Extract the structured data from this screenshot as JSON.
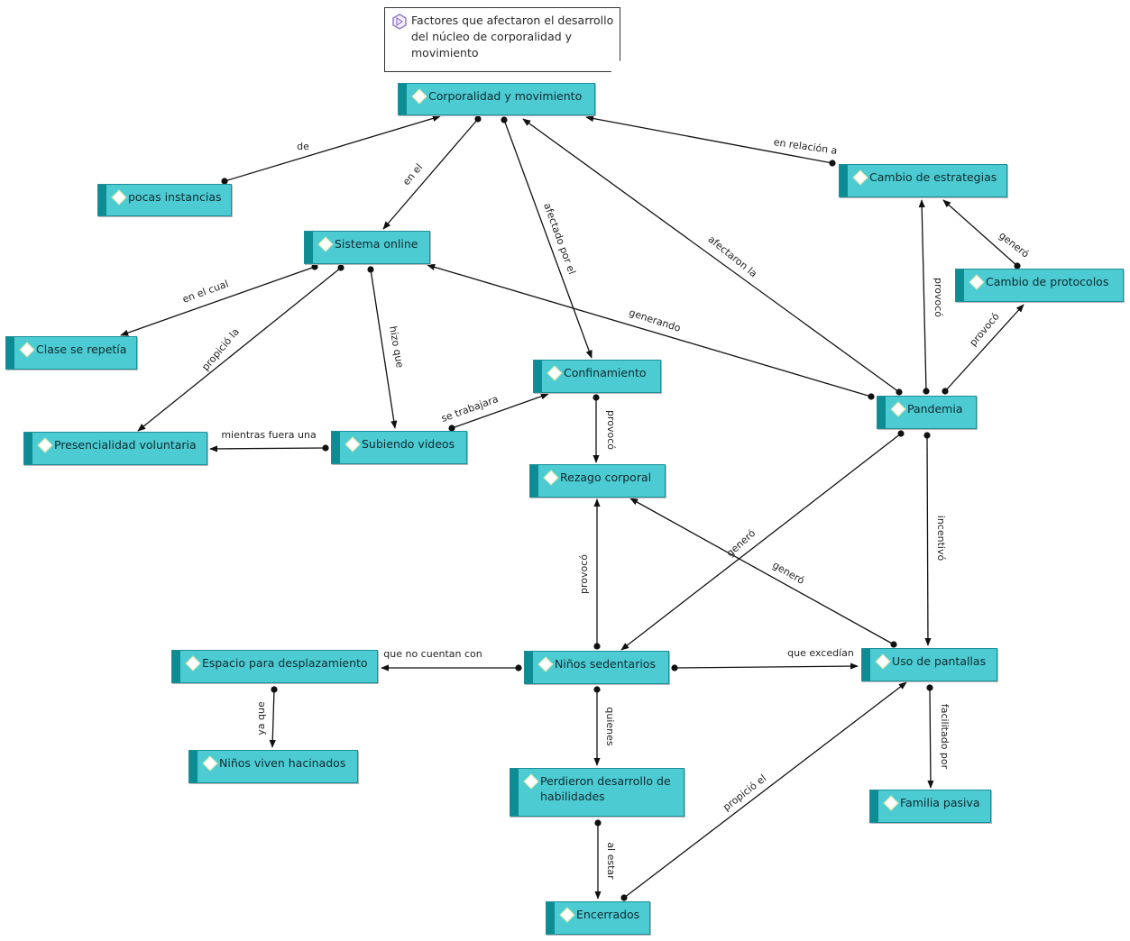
{
  "title": "Factores que afectaron el desarrollo del núcleo de corporalidad y movimiento",
  "colors": {
    "node_fill": "#4ccbd3",
    "node_strip": "#0e8c94",
    "line": "#111111"
  },
  "nodes": {
    "corporalidad": "Corporalidad y movimiento",
    "pocas": "pocas instancias",
    "estrategias": "Cambio de estrategias",
    "sistema": "Sistema online",
    "protocolos": "Cambio de protocolos",
    "clase": "Clase se repetía",
    "confinamiento": "Confinamiento",
    "pandemia": "Pandemia",
    "presencialidad": "Presencialidad voluntaria",
    "subiendo": "Subiendo videos",
    "rezago": "Rezago corporal",
    "espacio": "Espacio para desplazamiento",
    "sedentarios": "Niños sedentarios",
    "pantallas": "Uso de pantallas",
    "hacinados": "Niños viven hacinados",
    "perdieron": "Perdieron desarrollo de habilidades",
    "familia": "Familia pasiva",
    "encerrados": "Encerrados"
  },
  "edges": [
    {
      "from": "pocas",
      "to": "corporalidad",
      "label": "de"
    },
    {
      "from": "corporalidad",
      "to": "sistema",
      "label": "en el"
    },
    {
      "from": "corporalidad",
      "to": "confinamiento",
      "label": "afectado por el"
    },
    {
      "from": "pandemia",
      "to": "corporalidad",
      "label": "afectaron la"
    },
    {
      "from": "estrategias",
      "to": "corporalidad",
      "label": "en relación a"
    },
    {
      "from": "protocolos",
      "to": "estrategias",
      "label": "generó"
    },
    {
      "from": "pandemia",
      "to": "estrategias",
      "label": "provocó"
    },
    {
      "from": "pandemia",
      "to": "protocolos",
      "label": "provocó"
    },
    {
      "from": "pandemia",
      "to": "sistema",
      "label": "generando"
    },
    {
      "from": "sistema",
      "to": "clase",
      "label": "en el cual"
    },
    {
      "from": "sistema",
      "to": "presencialidad",
      "label": "propició la"
    },
    {
      "from": "sistema",
      "to": "subiendo",
      "label": "hizo que"
    },
    {
      "from": "subiendo",
      "to": "presencialidad",
      "label": "mientras fuera una"
    },
    {
      "from": "subiendo",
      "to": "confinamiento",
      "label": "se trabajara"
    },
    {
      "from": "confinamiento",
      "to": "rezago",
      "label": "provocó"
    },
    {
      "from": "sedentarios",
      "to": "rezago",
      "label": "provocó"
    },
    {
      "from": "pandemia",
      "to": "sedentarios",
      "label": "generó"
    },
    {
      "from": "pantallas",
      "to": "rezago",
      "label": "generó"
    },
    {
      "from": "pandemia",
      "to": "pantallas",
      "label": "incentivó"
    },
    {
      "from": "sedentarios",
      "to": "espacio",
      "label": "que no cuentan con"
    },
    {
      "from": "sedentarios",
      "to": "pantallas",
      "label": "que excedían"
    },
    {
      "from": "espacio",
      "to": "hacinados",
      "label": "ya que"
    },
    {
      "from": "sedentarios",
      "to": "perdieron",
      "label": "quienes"
    },
    {
      "from": "pantallas",
      "to": "familia",
      "label": "facilitado por"
    },
    {
      "from": "perdieron",
      "to": "encerrados",
      "label": "al estar"
    },
    {
      "from": "encerrados",
      "to": "pantallas",
      "label": "propició el"
    }
  ]
}
